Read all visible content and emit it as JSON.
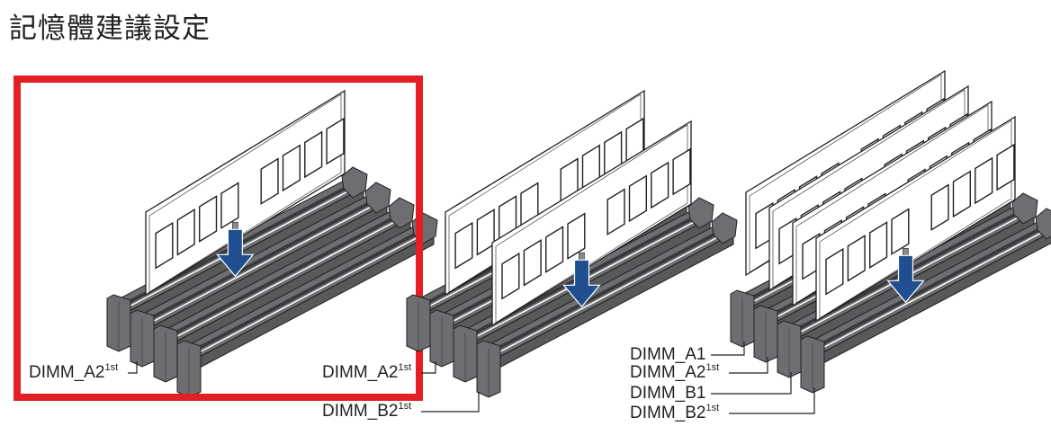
{
  "title": "記憶體建議設定",
  "highlight_color": "#e31e24",
  "arrow_color": "#1f4e91",
  "slot_color": "#6d6e71",
  "configs": [
    {
      "name": "one-dimm",
      "highlighted": true,
      "installed": [
        1
      ],
      "arrow_slot": 1,
      "labels": [
        {
          "text": "DIMM_A2",
          "sup": "1st",
          "slot": 1
        }
      ]
    },
    {
      "name": "two-dimms",
      "highlighted": false,
      "installed": [
        1,
        3
      ],
      "arrow_slot": 3,
      "labels": [
        {
          "text": "DIMM_A2",
          "sup": "1st",
          "slot": 1
        },
        {
          "text": "DIMM_B2",
          "sup": "1st",
          "slot": 3
        }
      ]
    },
    {
      "name": "four-dimms",
      "highlighted": false,
      "installed": [
        0,
        1,
        2,
        3
      ],
      "arrow_slot": 3,
      "labels": [
        {
          "text": "DIMM_A1",
          "sup": "",
          "slot": 0
        },
        {
          "text": "DIMM_A2",
          "sup": "1st",
          "slot": 1
        },
        {
          "text": "DIMM_B1",
          "sup": "",
          "slot": 2
        },
        {
          "text": "DIMM_B2",
          "sup": "1st",
          "slot": 3
        }
      ]
    }
  ]
}
